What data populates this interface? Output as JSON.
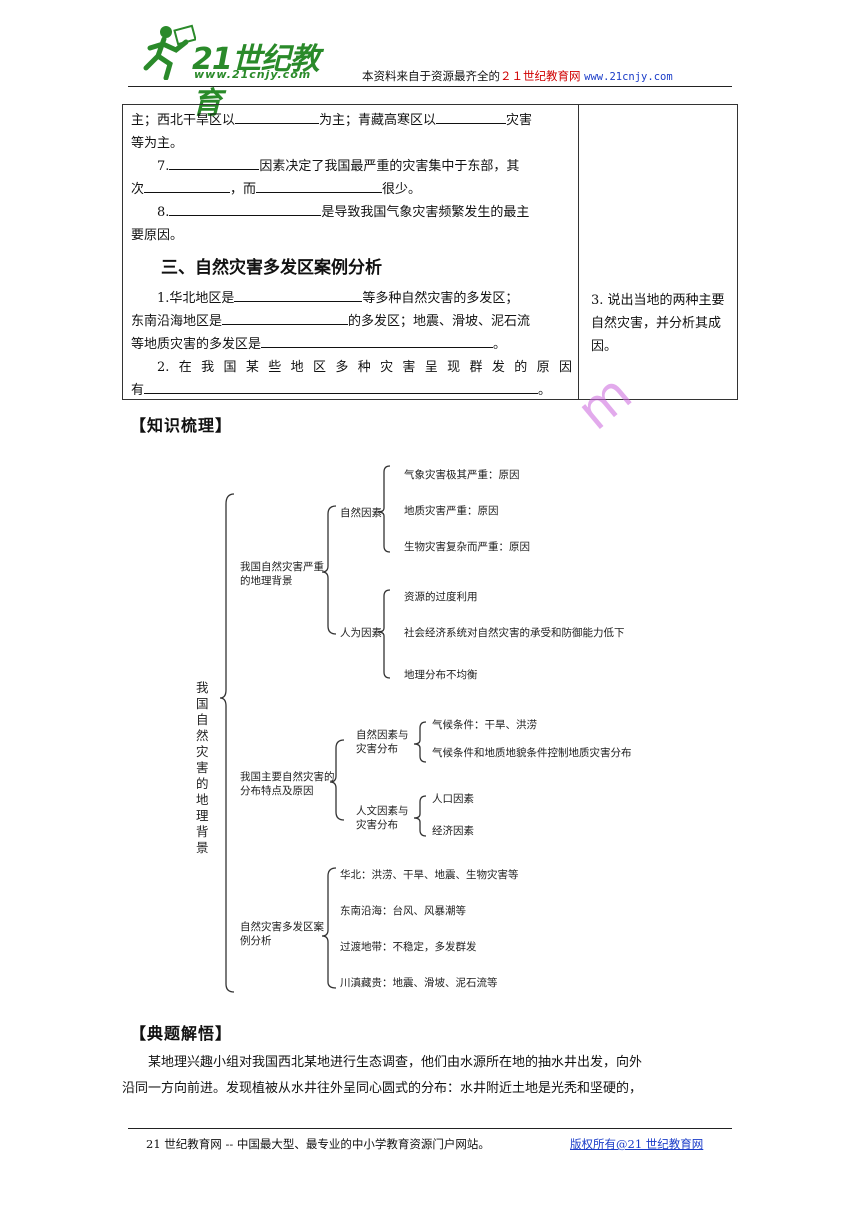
{
  "header": {
    "logo_text": "21世纪教育",
    "logo_url": "www.21cnjy.com",
    "tagline_prefix": "本资料来自于资源最齐全的",
    "tagline_site": "２１世纪教育网",
    "tagline_url": "www.21cnjy.com"
  },
  "table": {
    "l1_a": "主；西北干旱区以",
    "l1_b": "为主；青藏高寒区以",
    "l1_c": "灾害",
    "l2": "等为主。",
    "l3_a": "7.",
    "l3_b": "因素决定了我国最严重的灾害集中于东部，其",
    "l4_a": "次",
    "l4_b": "，而",
    "l4_c": "很少。",
    "l5_a": "8.",
    "l5_b": "是导致我国气象灾害频繁发生的最主",
    "l6": "要原因。",
    "section3": "三、自然灾害多发区案例分析",
    "s1_a": "1.华北地区是",
    "s1_b": "等多种自然灾害的多发区；",
    "s2_a": "东南沿海地区是",
    "s2_b": "的多发区；地震、滑坡、泥石流",
    "s3_a": "等地质灾害的多发区是",
    "s3_b": "。",
    "s4": "2.在我国某些地区多种灾害呈现群发的原因",
    "s5_a": "有",
    "s5_b": "。",
    "right_note": "3. 说出当地的两种主要自然灾害，并分析其成因。"
  },
  "sections": {
    "knowledge": "【知识梳理】",
    "examples": "【典题解悟】"
  },
  "watermark": "m",
  "mindmap": {
    "root": "我国自然灾害的地理背景",
    "b1": "我国自然灾害严重的地理背景",
    "b1_natural": "自然因素",
    "b1_n1": "气象灾害极其严重：原因",
    "b1_n2": "地质灾害严重：原因",
    "b1_n3": "生物灾害复杂而严重：原因",
    "b1_human": "人为因素",
    "b1_h1": "资源的过度利用",
    "b1_h2": "社会经济系统对自然灾害的承受和防御能力低下",
    "b1_h3": "地理分布不均衡",
    "b2": "我国主要自然灾害的分布特点及原因",
    "b2_natural": "自然因素与灾害分布",
    "b2_n1": "气候条件：干旱、洪涝",
    "b2_n2": "气候条件和地质地貌条件控制地质灾害分布",
    "b2_human": "人文因素与灾害分布",
    "b2_h1": "人口因素",
    "b2_h2": "经济因素",
    "b3": "自然灾害多发区案例分析",
    "b3_1": "华北：洪涝、干旱、地震、生物灾害等",
    "b3_2": "东南沿海：台风、风暴潮等",
    "b3_3": "过渡地带：不稳定，多发群发",
    "b3_4": "川滇藏贵：地震、滑坡、泥石流等"
  },
  "example_para": {
    "line1": "某地理兴趣小组对我国西北某地进行生态调查，他们由水源所在地的抽水井出发，向外",
    "line2": "沿同一方向前进。发现植被从水井往外呈同心圆式的分布：水井附近土地是光秃和坚硬的，"
  },
  "footer": {
    "text": "21 世纪教育网  --  中国最大型、最专业的中小学教育资源门户网站。",
    "link": "版权所有@21 世纪教育网"
  }
}
